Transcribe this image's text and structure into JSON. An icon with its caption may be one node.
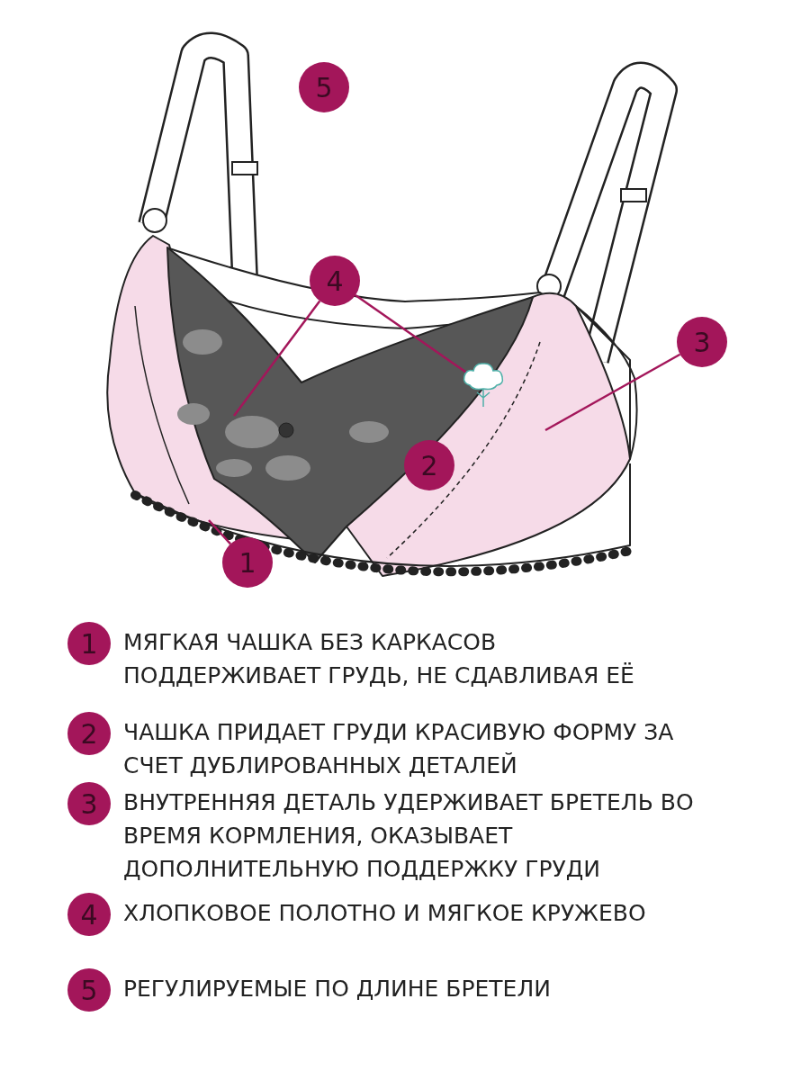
{
  "diagram": {
    "nodes": [
      {
        "text": [
          "5"
        ]
      },
      {
        "text": [
          "4"
        ]
      },
      {
        "text": [
          "3"
        ]
      },
      {
        "text": [
          "2"
        ]
      },
      {
        "text": [
          "1"
        ]
      },
      {
        "text": [],
        "shape": "picture"
      },
      {
        "text": [
          "1"
        ],
        "beside": [
          "МЯГКАЯ ЧАШКА БЕЗ КАРКАСОВ ПОДДЕРЖИВАЕТ ГРУДЬ, НЕ СДАВЛИВАЯ ЕЁ"
        ]
      },
      {
        "text": [
          "2"
        ],
        "beside": [
          "ЧАШКА ПРИДАЕТ ГРУДИ КРАСИВУЮ ФОРМУ ЗА СЧЕТ ДУБЛИРОВАННЫХ ДЕТАЛЕЙ"
        ]
      },
      {
        "text": [
          "3"
        ],
        "beside": [
          "ВНУТРЕННЯЯ ДЕТАЛЬ УДЕРЖИВАЕТ БРЕТЕЛЬ ВО ВРЕМЯ КОРМЛЕНИЯ, ОКАЗЫВАЕТ ДОПОЛНИТЕЛЬНУЮ ПОДДЕРЖКУ ГРУДИ"
        ]
      },
      {
        "text": [
          "4"
        ],
        "beside": [
          "ХЛОПКОВОЕ ПОЛОТНО И МЯГКОЕ КРУЖЕВО"
        ]
      },
      {
        "text": [
          "5"
        ],
        "beside": [
          "РЕГУЛИРУЕМЫЕ ПО ДЛИНЕ БРЕТЕЛИ"
        ]
      }
    ],
    "edges": [
      {
        "from": 1,
        "to": null,
        "arrow": "none"
      },
      {
        "from": 1,
        "to": 5,
        "arrow": "none"
      },
      {
        "from": 2,
        "to": null,
        "arrow": "none"
      },
      {
        "from": 4,
        "to": null,
        "arrow": "none"
      }
    ]
  }
}
